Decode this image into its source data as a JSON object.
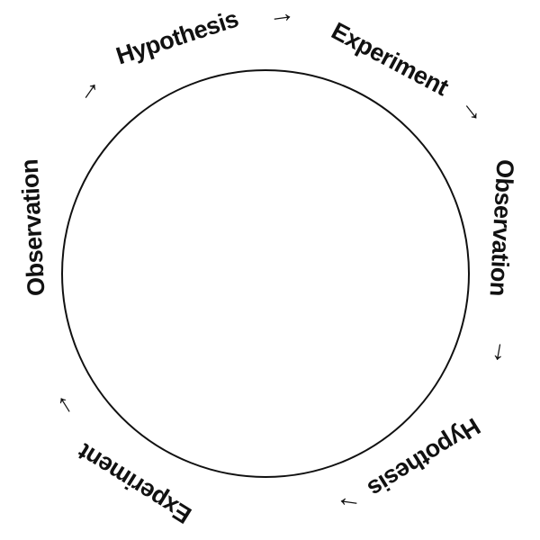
{
  "diagram": {
    "type": "cycle",
    "subject": "scientific-method-loop",
    "steps": [
      "Hypothesis",
      "Experiment",
      "Observation",
      "Hypothesis",
      "Experiment",
      "Observation"
    ],
    "arrow_glyph": "→",
    "colors": {
      "stroke": "#111111",
      "background": "#ffffff",
      "text": "#111111"
    }
  }
}
